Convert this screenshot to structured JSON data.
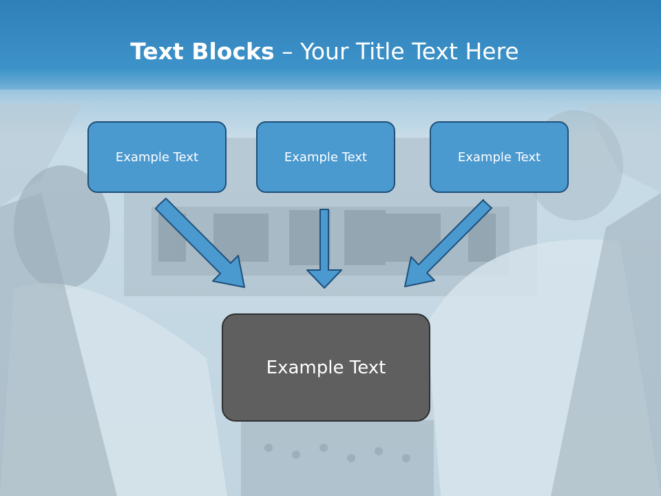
{
  "slide": {
    "title_bold": "Text Blocks",
    "title_dash": " – ",
    "title_rest": "Your Title Text Here",
    "blocks": [
      {
        "label": "Example Text"
      },
      {
        "label": "Example Text"
      },
      {
        "label": "Example Text"
      }
    ],
    "main_block": {
      "label": "Example Text"
    }
  },
  "colors": {
    "header_blue": "#3d93c9",
    "block_fill": "#4a99cf",
    "block_border": "#1f4f7a",
    "main_block_fill": "#5f5f5f",
    "arrow_fill": "#4a99cf"
  }
}
